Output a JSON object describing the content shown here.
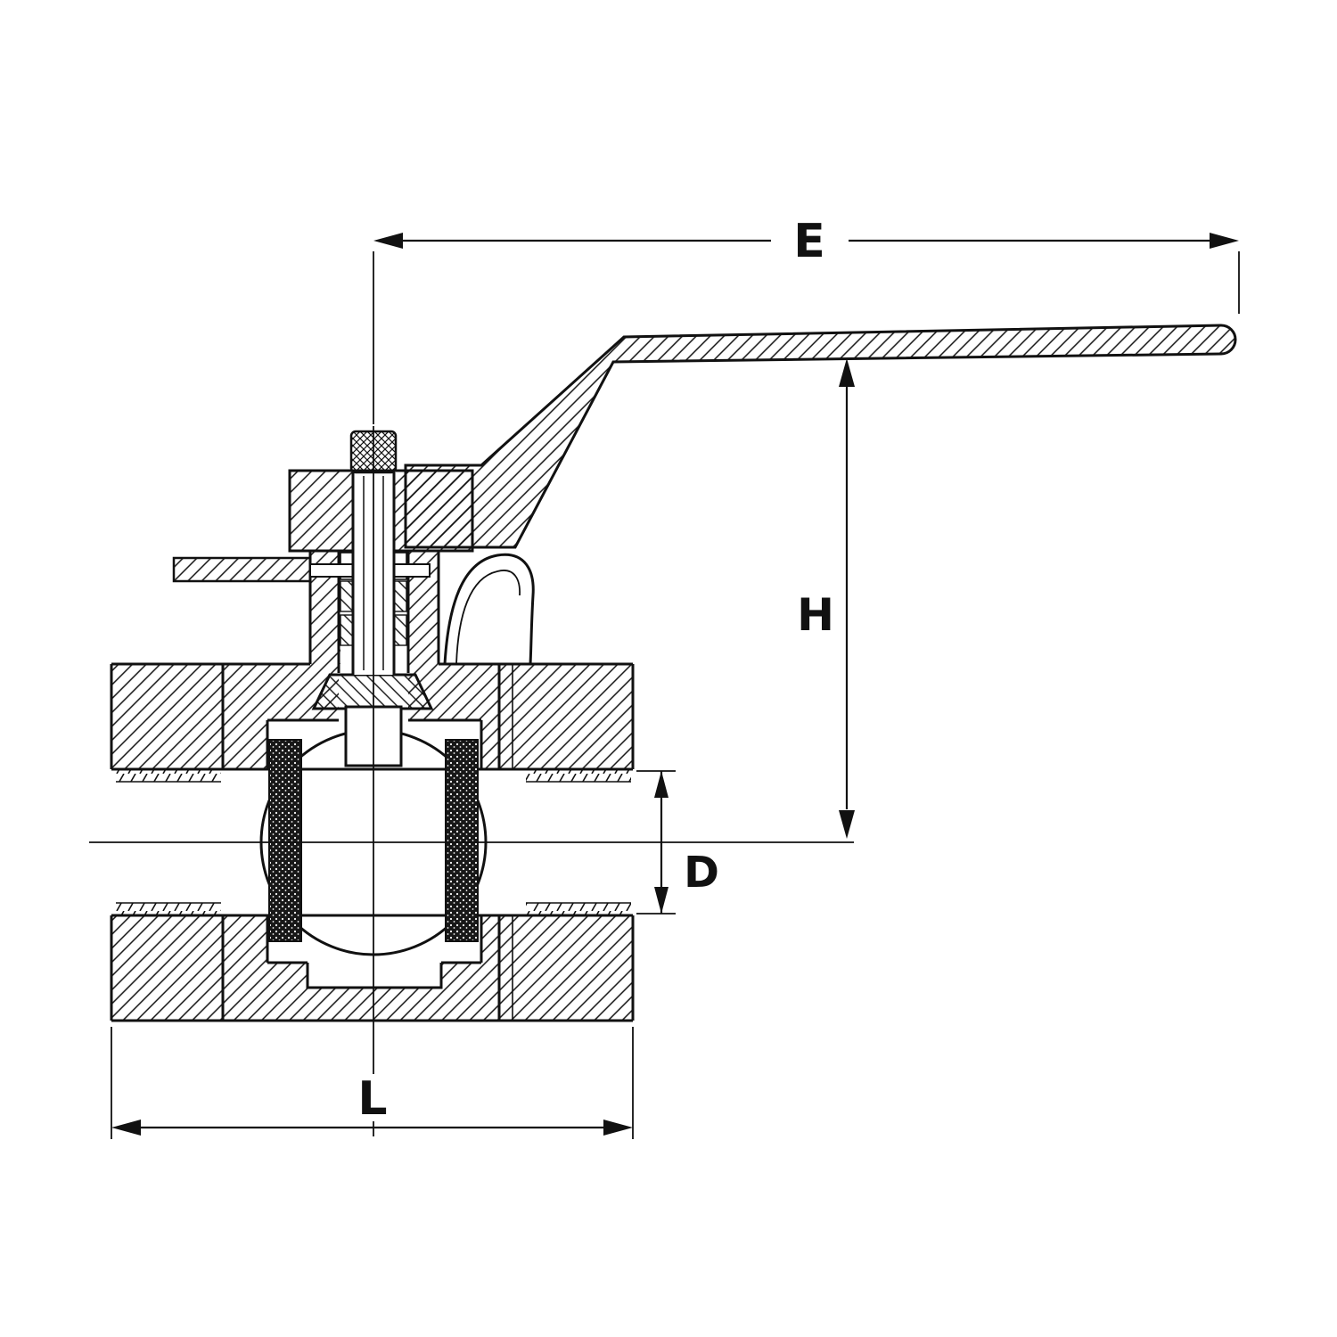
{
  "figure": {
    "type": "technical-drawing",
    "subject": "ball-valve-cross-section-with-lever-handle",
    "background_color": "#ffffff",
    "line_color": "#111111",
    "dimension_labels": {
      "E": "E",
      "H": "H",
      "D": "D",
      "L": "L"
    }
  }
}
